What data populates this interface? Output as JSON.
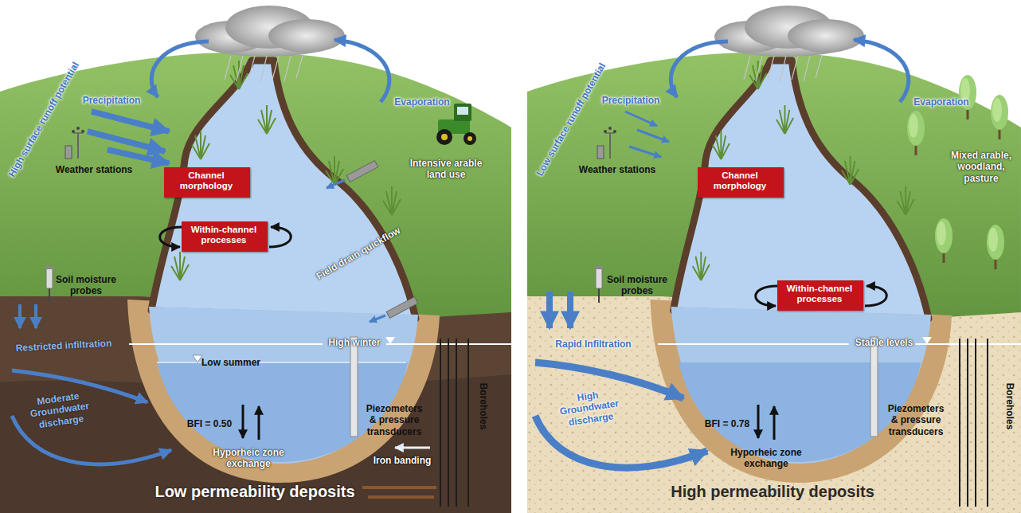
{
  "diagram": {
    "nodes": [
      {
        "text": [
          "Low permeability deposits"
        ]
      },
      {
        "text": [
          "Channel morphology"
        ],
        "in": 0
      },
      {
        "text": [
          "Within-channel processes"
        ],
        "in": 0
      },
      {
        "text": [
          "High permeability deposits"
        ]
      },
      {
        "text": [
          "Channel morphology"
        ],
        "in": 3
      },
      {
        "text": [
          "Within-channel processes"
        ],
        "in": 3
      }
    ],
    "labels": [
      "Precipitation",
      "Evaporation",
      "Weather stations",
      "High surface runoff potential",
      "Intensive arable land use",
      "Field drain quickflow",
      "Soil moisture probes",
      "Restricted infiltration",
      "High winter",
      "Low summer",
      "Moderate Groundwater discharge",
      "BFI = 0.50",
      "Piezometers & pressure transducers",
      "Hyporheic zone exchange",
      "Iron banding",
      "Boreholes",
      "Precipitation",
      "Evaporation",
      "Weather stations",
      "Low surface runoff potential",
      "Mixed arable, woodland, pasture",
      "Soil moisture probes",
      "Rapid Infiltration",
      "Stable levels",
      "High Groundwater discharge",
      "BFI = 0.78",
      "Piezometers & pressure transducers",
      "Hyporheic zone exchange",
      "Boreholes"
    ]
  }
}
